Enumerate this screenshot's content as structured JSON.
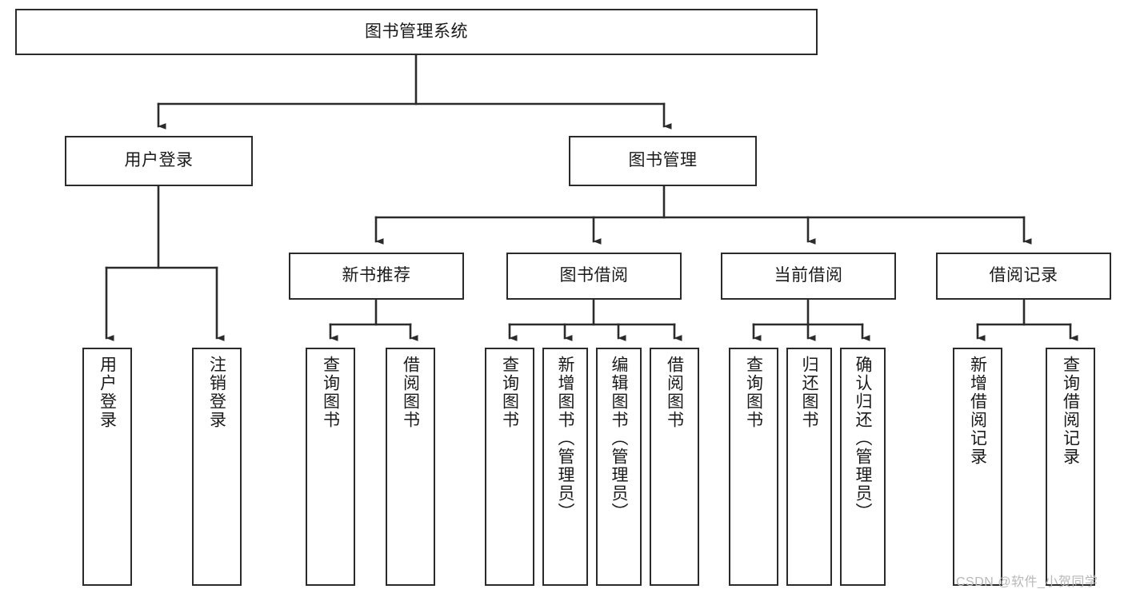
{
  "diagram": {
    "type": "tree",
    "title": "图书管理系统",
    "root": {
      "label": "图书管理系统"
    },
    "level2": [
      {
        "label": "用户登录"
      },
      {
        "label": "图书管理"
      }
    ],
    "level3": [
      {
        "label": "新书推荐"
      },
      {
        "label": "图书借阅"
      },
      {
        "label": "当前借阅"
      },
      {
        "label": "借阅记录"
      }
    ],
    "leaves": {
      "user_login": [
        {
          "label": "用户登录"
        },
        {
          "label": "注销登录"
        }
      ],
      "new_book_recommend": [
        {
          "label": "查询图书"
        },
        {
          "label": "借阅图书"
        }
      ],
      "book_borrow": [
        {
          "label": "查询图书"
        },
        {
          "label": "新增图书（管理员）"
        },
        {
          "label": "编辑图书（管理员）"
        },
        {
          "label": "借阅图书"
        }
      ],
      "current_borrow": [
        {
          "label": "查询图书"
        },
        {
          "label": "归还图书"
        },
        {
          "label": "确认归还（管理员）"
        }
      ],
      "borrow_record": [
        {
          "label": "新增借阅记录"
        },
        {
          "label": "查询借阅记录"
        }
      ]
    }
  },
  "watermark": {
    "text": "CSDN @软件_小贺同学"
  },
  "colors": {
    "border": "#2b2b2b",
    "background": "#ffffff",
    "text": "#1a1a1a",
    "watermark": "#b8b8b8"
  }
}
